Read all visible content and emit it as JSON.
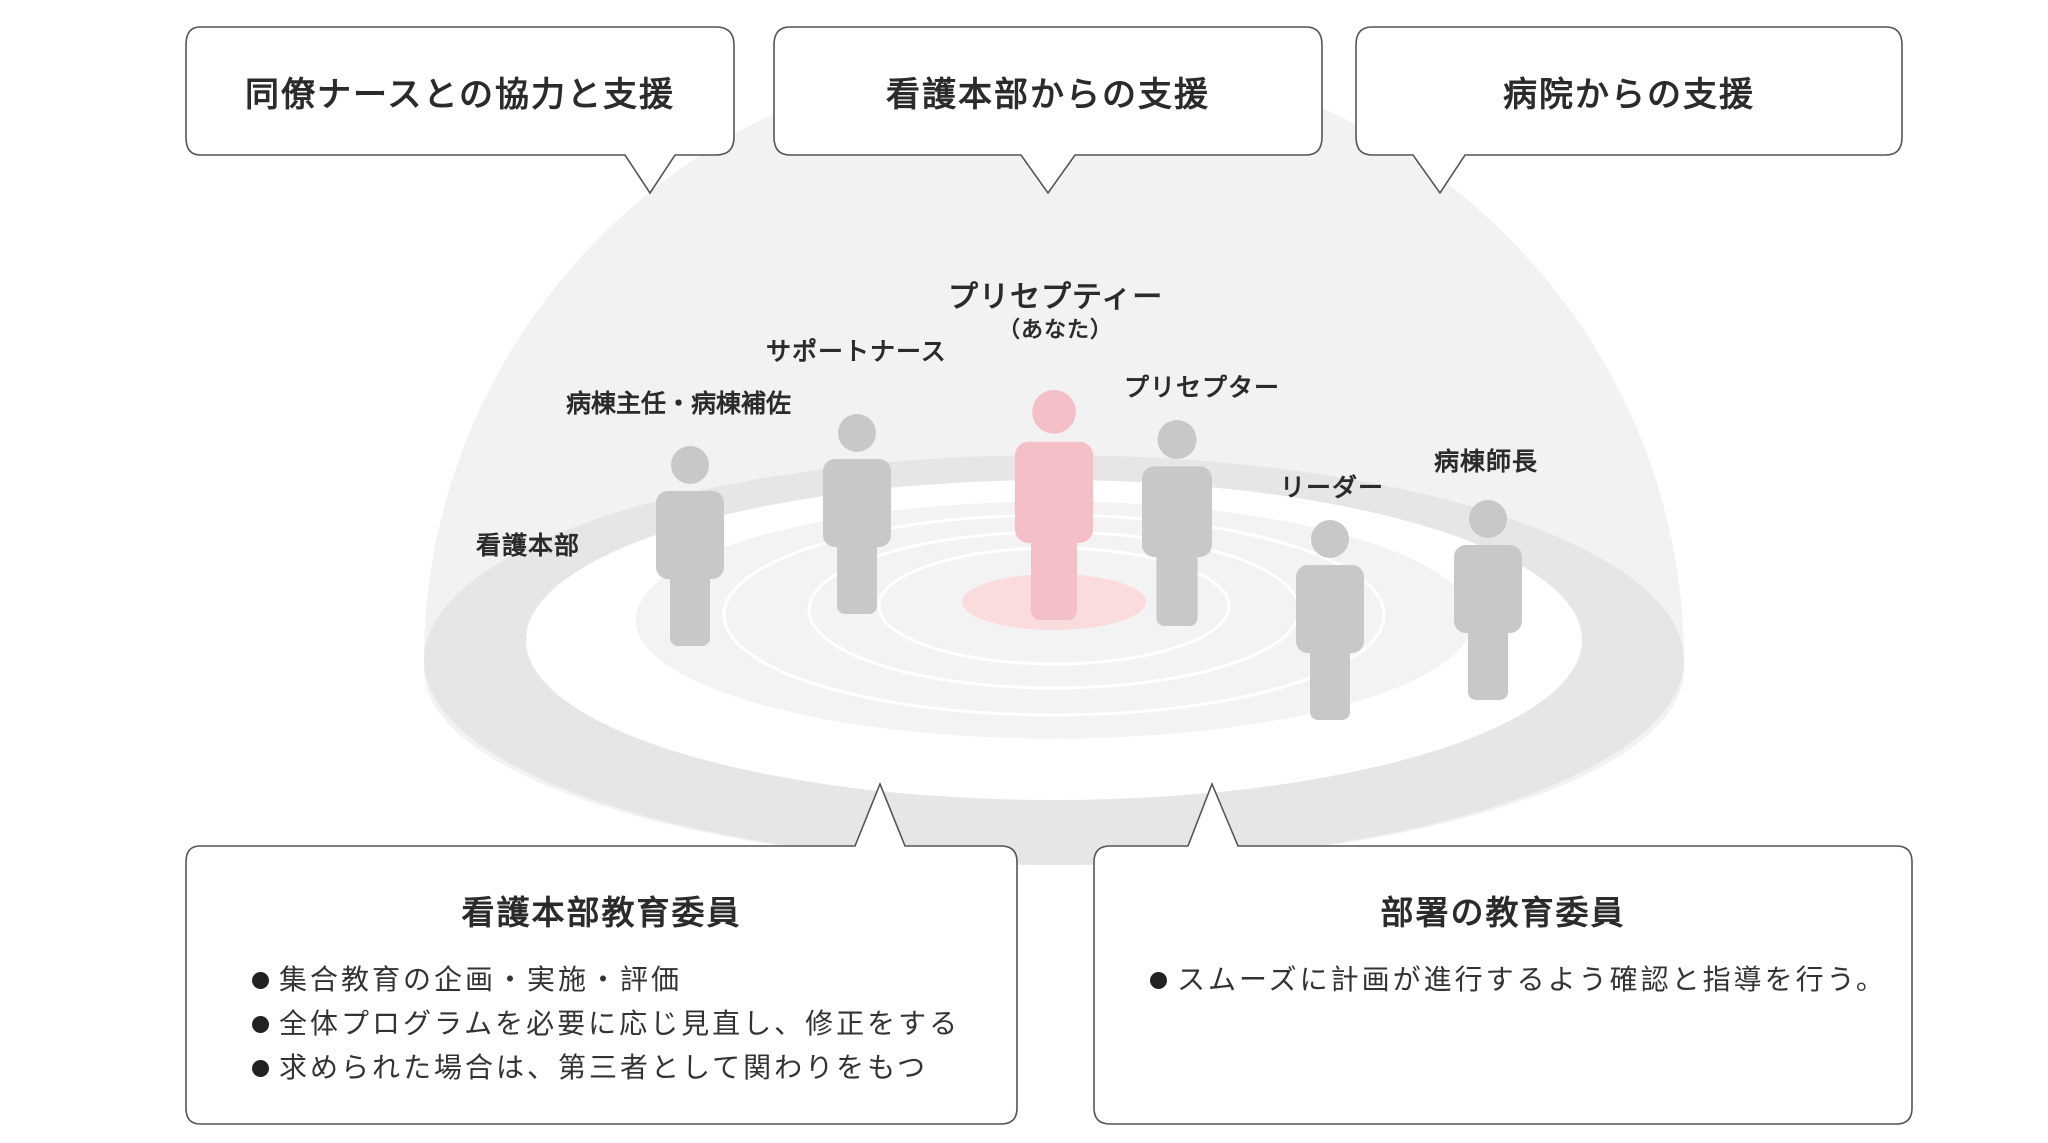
{
  "support_boxes": {
    "colleagues": "同僚ナースとの協力と支援",
    "nursing_dept": "看護本部からの支援",
    "hospital": "病院からの支援"
  },
  "roles": {
    "preceptee": "プリセプティー",
    "preceptee_sub": "（あなた）",
    "support_nurse": "サポートナース",
    "ward_chief": "病棟主任・病棟補佐",
    "preceptor": "プリセプター",
    "leader": "リーダー",
    "head_nurse": "病棟師長",
    "nursing_dept": "看護本部"
  },
  "education_committee_dept": {
    "title": "看護本部教育委員",
    "items": [
      "集合教育の企画・実施・評価",
      "全体プログラムを必要に応じ見直し、修正をする",
      "求められた場合は、第三者として関わりをもつ"
    ]
  },
  "education_committee_unit": {
    "title": "部署の教育委員",
    "items": [
      "スムーズに計画が進行するよう確認と指導を行う。"
    ]
  },
  "colors": {
    "dome": "#f2f2f2",
    "outer_ring": "#e5e5e5",
    "figure_gray": "#c8c8c8",
    "preceptee_pink": "#f4bfc6",
    "center_glow": "#fbdede",
    "box_border": "#555555"
  }
}
